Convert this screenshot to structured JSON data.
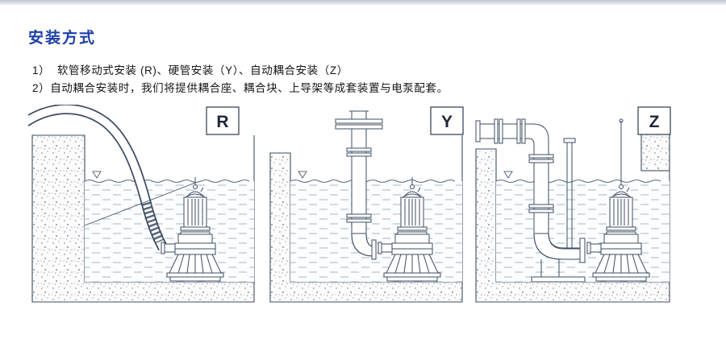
{
  "page": {
    "title": "安装方式",
    "note1": "1）  软管移动式安装 (R)、硬管安装（Y）、自动耦合安装（Z）",
    "note2": "2）自动耦合安装时，我们将提供耦合座、耦合块、上导架等成套装置与电泵配套。"
  },
  "diagrams": [
    {
      "label": "R"
    },
    {
      "label": "Y"
    },
    {
      "label": "Z"
    }
  ],
  "colors": {
    "title_blue": "#1c3faa",
    "line": "#3d4e63",
    "text": "#161616",
    "water_dash": "#a8b6c6",
    "concrete_dot": "#8d99a8"
  }
}
